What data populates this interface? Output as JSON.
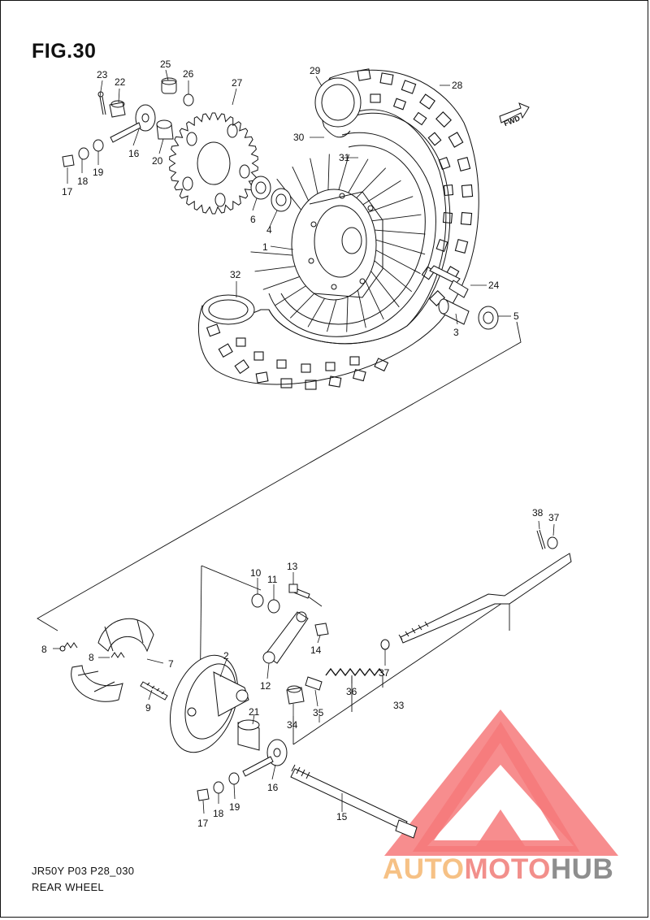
{
  "figure": {
    "title": "FIG.30",
    "code": "JR50Y P03 P28_030",
    "caption": "REAR WHEEL",
    "fwd_label": "FWD"
  },
  "watermark": {
    "part1": "AUTO",
    "part2": "MOTO",
    "part3": "HUB",
    "colors": {
      "auto": "#f6c185",
      "moto": "#f28f8b",
      "hub": "#8e8e8e",
      "logo": "#f6797a"
    }
  },
  "callouts": [
    {
      "id": "c23",
      "text": "23"
    },
    {
      "id": "c22",
      "text": "22"
    },
    {
      "id": "c25",
      "text": "25"
    },
    {
      "id": "c26",
      "text": "26"
    },
    {
      "id": "c27",
      "text": "27"
    },
    {
      "id": "c29",
      "text": "29"
    },
    {
      "id": "c28",
      "text": "28"
    },
    {
      "id": "c16a",
      "text": "16"
    },
    {
      "id": "c20",
      "text": "20"
    },
    {
      "id": "c17a",
      "text": "17"
    },
    {
      "id": "c18a",
      "text": "18"
    },
    {
      "id": "c19a",
      "text": "19"
    },
    {
      "id": "c30",
      "text": "30"
    },
    {
      "id": "c31",
      "text": "31"
    },
    {
      "id": "c6",
      "text": "6"
    },
    {
      "id": "c4",
      "text": "4"
    },
    {
      "id": "c1",
      "text": "1"
    },
    {
      "id": "c32",
      "text": "32"
    },
    {
      "id": "c24",
      "text": "24"
    },
    {
      "id": "c5",
      "text": "5"
    },
    {
      "id": "c3",
      "text": "3"
    },
    {
      "id": "c38",
      "text": "38"
    },
    {
      "id": "c37a",
      "text": "37"
    },
    {
      "id": "c10",
      "text": "10"
    },
    {
      "id": "c11",
      "text": "11"
    },
    {
      "id": "c13",
      "text": "13"
    },
    {
      "id": "c8a",
      "text": "8"
    },
    {
      "id": "c8b",
      "text": "8"
    },
    {
      "id": "c7",
      "text": "7"
    },
    {
      "id": "c2",
      "text": "2"
    },
    {
      "id": "c14",
      "text": "14"
    },
    {
      "id": "c37b",
      "text": "37"
    },
    {
      "id": "c12",
      "text": "12"
    },
    {
      "id": "c36",
      "text": "36"
    },
    {
      "id": "c9",
      "text": "9"
    },
    {
      "id": "c21",
      "text": "21"
    },
    {
      "id": "c34",
      "text": "34"
    },
    {
      "id": "c35",
      "text": "35"
    },
    {
      "id": "c33",
      "text": "33"
    },
    {
      "id": "c16b",
      "text": "16"
    },
    {
      "id": "c17b",
      "text": "17"
    },
    {
      "id": "c18b",
      "text": "18"
    },
    {
      "id": "c19b",
      "text": "19"
    },
    {
      "id": "c15",
      "text": "15"
    }
  ]
}
